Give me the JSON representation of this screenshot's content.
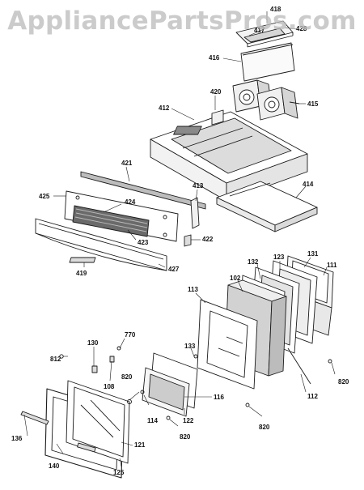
{
  "watermark": "AppliancePartsPros.com",
  "part_labels": {
    "p418": "418",
    "p417": "417",
    "p428": "428",
    "p416": "416",
    "p420": "420",
    "p412": "412",
    "p415": "415",
    "p421": "421",
    "p413": "413",
    "p414": "414",
    "p425": "425",
    "p424": "424",
    "p423": "423",
    "p422": "422",
    "p419": "419",
    "p427": "427",
    "p132": "132",
    "p123": "123",
    "p131": "131",
    "p111": "111",
    "p102": "102",
    "p113": "113",
    "p130": "130",
    "p770": "770",
    "p133": "133",
    "p812": "812",
    "p108": "108",
    "p820a": "820",
    "p820b": "820",
    "p820c": "820",
    "p820d": "820",
    "p116": "116",
    "p112": "112",
    "p114": "114",
    "p122": "122",
    "p136": "136",
    "p121": "121",
    "p140": "140",
    "p125": "125"
  },
  "colors": {
    "line": "#1a1a1a",
    "shade": "#d6d6d6",
    "dark": "#6a6a6a"
  }
}
